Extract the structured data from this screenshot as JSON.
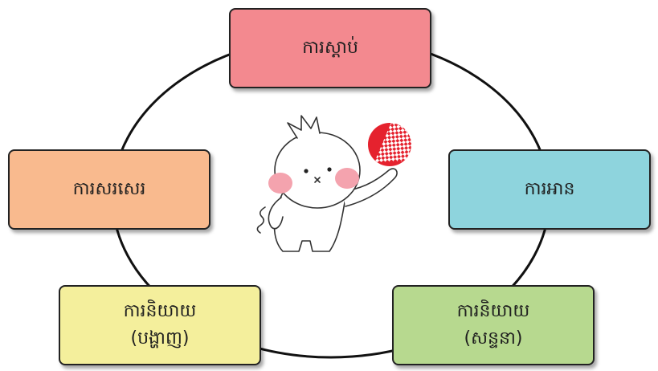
{
  "nodes": [
    {
      "lines": [
        "ការស្តាប់"
      ],
      "color": "#F3898F"
    },
    {
      "lines": [
        "ការអាន"
      ],
      "color": "#8ED4DD"
    },
    {
      "lines": [
        "ការនិយាយ",
        "(សន្ទនា)"
      ],
      "color": "#B7D98F"
    },
    {
      "lines": [
        "ការនិយាយ",
        "(បង្ហាញ)"
      ],
      "color": "#F4EF9C"
    },
    {
      "lines": [
        "ការសរសេរ"
      ],
      "color": "#F9BA8E"
    }
  ],
  "ring_color": "#111111",
  "icons": {
    "center_character": "mascot-icon",
    "badge": "red-checkered-logo-icon"
  },
  "logo_color": "#E5222E",
  "cheek_color": "#F4A3AE"
}
